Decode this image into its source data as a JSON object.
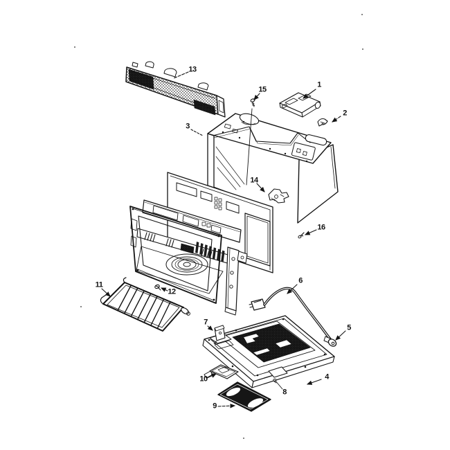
{
  "colors": {
    "ink": "#141414",
    "paper": "#ffffff"
  },
  "figure": {
    "callouts": [
      {
        "number": "1"
      },
      {
        "number": "2"
      },
      {
        "number": "3"
      },
      {
        "number": "4"
      },
      {
        "number": "5"
      },
      {
        "number": "6"
      },
      {
        "number": "7"
      },
      {
        "number": "8"
      },
      {
        "number": "9"
      },
      {
        "number": "10"
      },
      {
        "number": "11"
      },
      {
        "number": "12"
      },
      {
        "number": "13"
      },
      {
        "number": "14"
      },
      {
        "number": "15"
      },
      {
        "number": "16"
      }
    ]
  }
}
